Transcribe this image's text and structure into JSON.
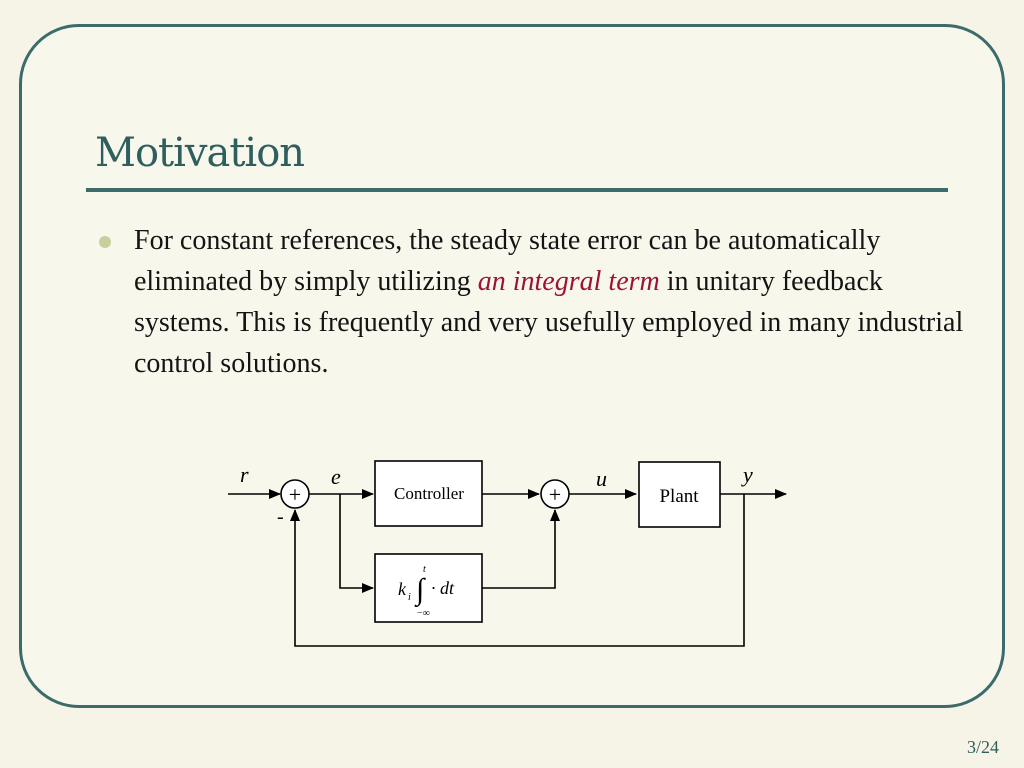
{
  "slide": {
    "title": "Motivation",
    "bullet": {
      "part1": "For constant references, the steady state error can be automatically eliminated by simply utilizing ",
      "emphasis": "an integral term",
      "part2": " in unitary feedback systems. This is frequently and very usefully employed in many industrial control solutions."
    },
    "page_number": "3/24"
  },
  "diagram": {
    "signals": {
      "r": "r",
      "e": "e",
      "u": "u",
      "y": "y"
    },
    "sum1_sign": "+",
    "sum1_feedback_sign": "-",
    "sum2_sign": "+",
    "controller_label": "Controller",
    "plant_label": "Plant",
    "integral": {
      "gain": "k",
      "gain_sub": "i",
      "upper": "t",
      "lower": "−∞",
      "integrand": "· dt"
    }
  },
  "colors": {
    "frame": "#3c6b6b",
    "title": "#2e5e5e",
    "emphasis": "#9c1238",
    "bullet": "#c9cf9c"
  }
}
